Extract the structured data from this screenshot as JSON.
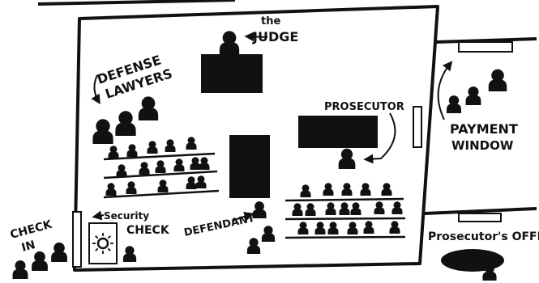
{
  "labels": {
    "judge_line1": "the",
    "judge_line2": "JUDGE",
    "defense_line1": "DEFENSE",
    "defense_line2": "LAWYERS",
    "prosecutor": "PROSECUTOR",
    "payment_line1": "PAYMENT",
    "payment_line2": "WINDOW",
    "checkin_line1": "CHECK",
    "checkin_line2": "IN",
    "security_line1": "Security",
    "security_line2": "CHECK",
    "defendant": "DEFENDANT",
    "prosecutors_office": "Prosecutor's OFFICE"
  }
}
